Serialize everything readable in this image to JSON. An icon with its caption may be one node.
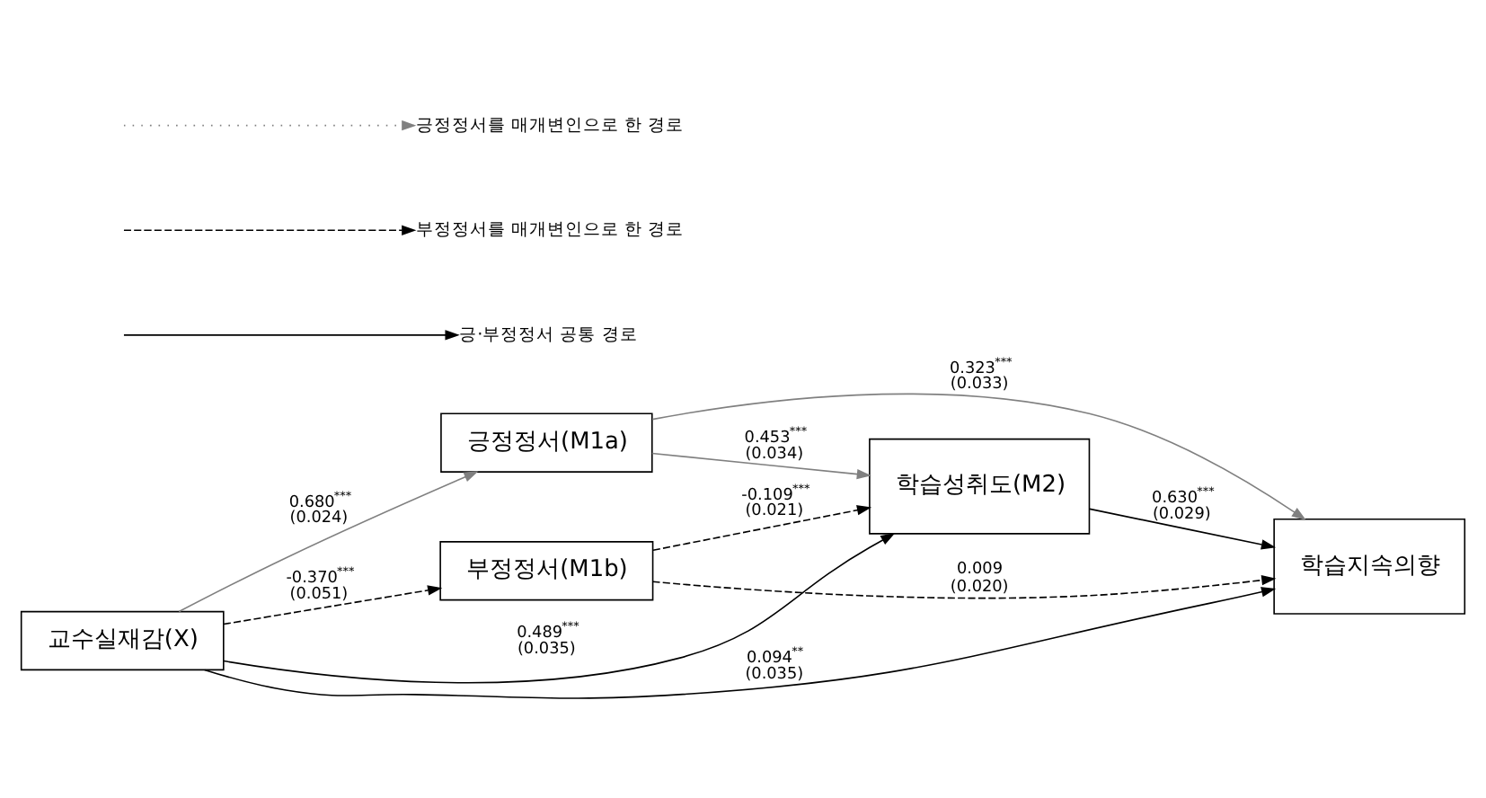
{
  "diagram": {
    "nodes": [
      {
        "text": [
          "긍정정서(M1a)"
        ]
      },
      {
        "text": [
          "부정정서(M1b)"
        ]
      },
      {
        "text": [
          "학습성취도(M2)"
        ]
      },
      {
        "text": [
          "교수실재감(X)"
        ]
      },
      {
        "text": [
          "학습지속의향"
        ]
      }
    ],
    "edges": [
      {
        "from": 3,
        "to": 0,
        "arrow": "to",
        "color": "#808080",
        "label": "0.680$^{***}$ (0.024)"
      },
      {
        "from": 3,
        "to": 1,
        "arrow": "to",
        "style": "dashed",
        "label": "-0.370$^{***}$ (0.051)"
      },
      {
        "from": 0,
        "to": 2,
        "arrow": "to",
        "color": "#808080",
        "label": "0.453$^{***}$ (0.034)"
      },
      {
        "from": 1,
        "to": 2,
        "arrow": "to",
        "style": "dashed",
        "label": "-0.109$^{***}$ (0.021)"
      },
      {
        "from": 3,
        "to": 2,
        "arrow": "to",
        "label": "0.489$^{***}$ (0.035)"
      },
      {
        "from": 0,
        "to": 4,
        "arrow": "to",
        "color": "#808080",
        "label": "0.323$^{***}$ (0.033)"
      },
      {
        "from": 1,
        "to": 4,
        "arrow": "to",
        "style": "dashed",
        "label": "0.009 (0.020)"
      },
      {
        "from": 3,
        "to": 4,
        "arrow": "to",
        "label": "0.094$^{**}$ (0.035)"
      },
      {
        "from": 2,
        "to": 4,
        "arrow": "to",
        "label": "0.630$^{***}$ (0.029)"
      }
    ],
    "legend": [
      {
        "text": "긍정정서를 매개변인으로 한 경로"
      },
      {
        "text": "부정정서를 매개변인으로 한 경로"
      },
      {
        "text": "긍·부정정서 공통 경로"
      }
    ]
  }
}
